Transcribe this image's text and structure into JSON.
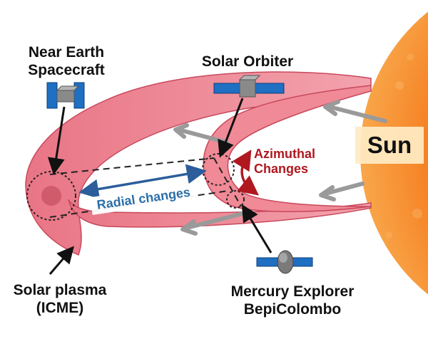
{
  "labels": {
    "near_earth": "Near Earth\nSpacecraft",
    "solar_orbiter": "Solar Orbiter",
    "sun": "Sun",
    "azimuthal": "Azimuthal\nChanges",
    "radial": "Radial changes",
    "solar_plasma": "Solar plasma\n(ICME)",
    "bepicolombo": "Mercury Explorer\nBepiColombo"
  },
  "colors": {
    "sun_core": "#f26a10",
    "sun_edge": "#f89a3a",
    "plasma_fill": "#ef8a96",
    "plasma_edge": "#c8485c",
    "spacecraft_panel": "#1f6fc2",
    "spacecraft_body": "#8a8a8a",
    "radial_arrow": "#2b5e9a",
    "azimuthal_arrow": "#b01820",
    "flow_arrow": "#9a9a9a"
  },
  "icons": [
    "near-earth-spacecraft-icon",
    "solar-orbiter-icon",
    "bepicolombo-icon",
    "sun-icon"
  ]
}
